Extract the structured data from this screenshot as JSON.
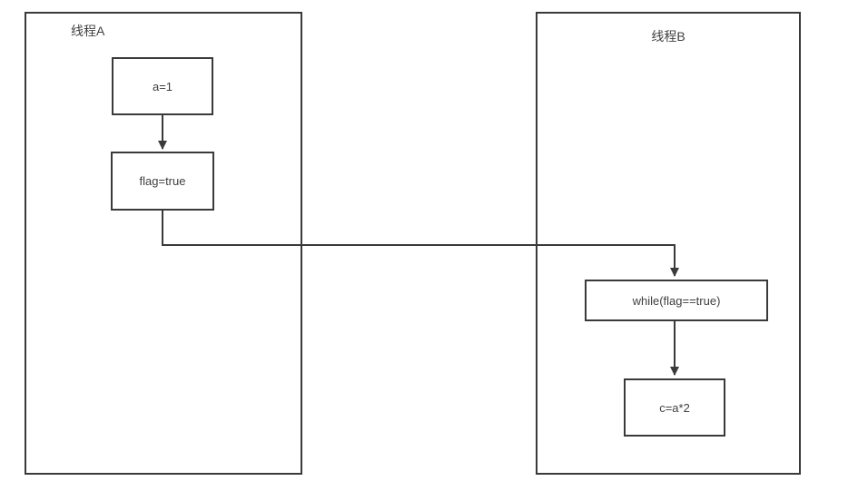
{
  "diagram": {
    "title": "",
    "colors": {
      "line": "#3a3a3a",
      "text": "#404040",
      "background": "#ffffff"
    },
    "containers": {
      "thread_a": {
        "label": "线程A"
      },
      "thread_b": {
        "label": "线程B"
      }
    },
    "nodes": {
      "a_assign": {
        "label": "a=1",
        "container": "线程A"
      },
      "flag_assign": {
        "label": "flag=true",
        "container": "线程A"
      },
      "while_loop": {
        "label": "while(flag==true)",
        "container": "线程B"
      },
      "c_assign": {
        "label": "c=a*2",
        "container": "线程B"
      }
    },
    "edges": [
      {
        "from": "a=1",
        "to": "flag=true",
        "style": "solid-arrow"
      },
      {
        "from": "flag=true",
        "to": "while(flag==true)",
        "style": "solid-arrow-elbow"
      },
      {
        "from": "while(flag==true)",
        "to": "c=a*2",
        "style": "solid-arrow"
      }
    ]
  }
}
